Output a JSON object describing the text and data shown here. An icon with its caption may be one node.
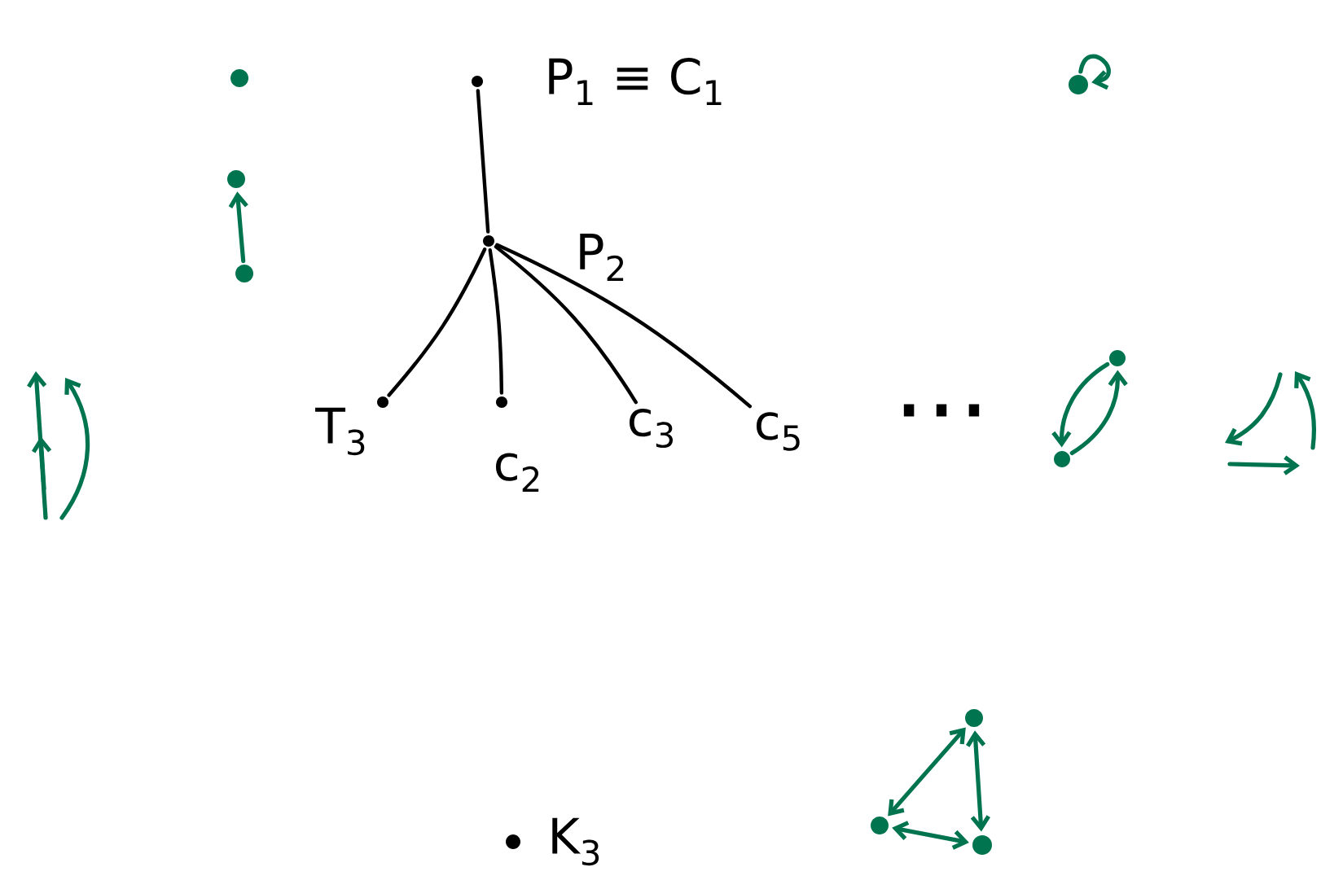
{
  "diagram": {
    "nodes": [
      {
        "text": [],
        "shape": "circle",
        "beside": [
          "P$_{1}$ ≡ C$_{1}$"
        ]
      },
      {
        "text": [],
        "shape": "circle",
        "beside": [
          "P$_{2}$"
        ]
      },
      {
        "text": [],
        "shape": "circle",
        "beside": [
          "T$_{3}$"
        ]
      },
      {
        "text": [],
        "shape": "circle",
        "beside": [
          "c$_{2}$"
        ]
      },
      {
        "text": [
          "c$_{3}$"
        ]
      },
      {
        "text": [
          "c$_{5}$"
        ]
      },
      {
        "text": [],
        "shape": "circle",
        "beside": [
          "K$_{3}$"
        ]
      },
      {
        "text": [],
        "shape": "circle"
      },
      {
        "text": [],
        "shape": "circle"
      },
      {
        "text": [],
        "shape": "circle"
      },
      {
        "text": [],
        "shape": "circle"
      },
      {
        "text": [],
        "shape": "circle"
      },
      {
        "text": [],
        "shape": "circle"
      },
      {
        "text": [],
        "shape": "circle"
      },
      {
        "text": [],
        "shape": "circle"
      },
      {
        "text": [],
        "shape": "circle"
      }
    ],
    "edges": [
      {
        "from": 0,
        "to": 1,
        "arrow": "none",
        "color": "#000000"
      },
      {
        "from": 1,
        "to": 2,
        "arrow": "none",
        "color": "#000000"
      },
      {
        "from": 1,
        "to": 3,
        "arrow": "none",
        "color": "#000000"
      },
      {
        "from": 1,
        "to": 4,
        "arrow": "none",
        "color": "#000000"
      },
      {
        "from": 1,
        "to": 5,
        "arrow": "none",
        "color": "#000000"
      },
      {
        "from": 9,
        "to": 8,
        "arrow": "to",
        "color": "#00734f"
      },
      {
        "from": 10,
        "to": 10,
        "arrow": "to",
        "color": "#00734f"
      },
      {
        "from": 12,
        "to": 11,
        "arrow": "to",
        "color": "#00734f"
      },
      {
        "from": 11,
        "to": 12,
        "arrow": "to",
        "color": "#00734f"
      },
      {
        "from": 13,
        "to": 14,
        "arrow": "both",
        "color": "#00734f"
      },
      {
        "from": 13,
        "to": 15,
        "arrow": "both",
        "color": "#00734f"
      },
      {
        "from": 14,
        "to": 15,
        "arrow": "both",
        "color": "#00734f"
      }
    ],
    "labels": [
      "…"
    ]
  }
}
